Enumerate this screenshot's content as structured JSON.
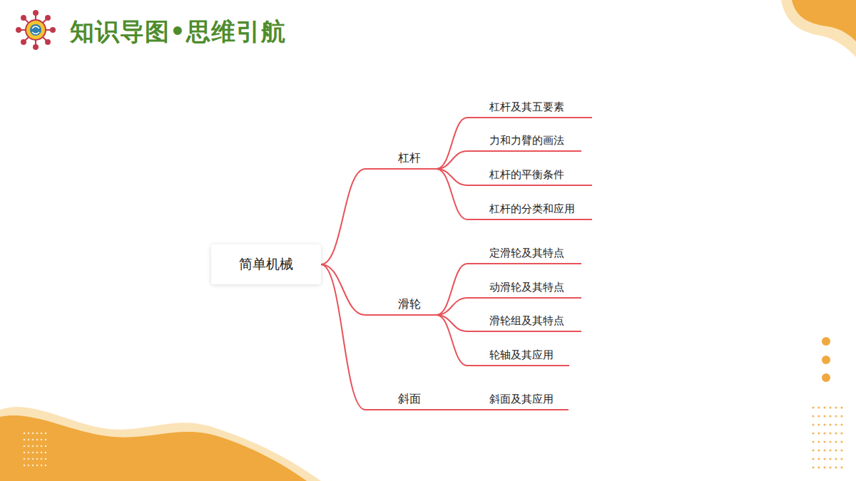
{
  "diagram": {
    "title": "知识导图•思维引航",
    "nodes": [
      {
        "text": [
          "简单机械"
        ]
      },
      {
        "text": [
          "杠杆"
        ]
      },
      {
        "text": [
          "杠杆及其五要素"
        ]
      },
      {
        "text": [
          "力和力臂的画法"
        ]
      },
      {
        "text": [
          "杠杆的平衡条件"
        ]
      },
      {
        "text": [
          "杠杆的分类和应用"
        ]
      },
      {
        "text": [
          "滑轮"
        ]
      },
      {
        "text": [
          "定滑轮及其特点"
        ]
      },
      {
        "text": [
          "动滑轮及其特点"
        ]
      },
      {
        "text": [
          "滑轮组及其特点"
        ]
      },
      {
        "text": [
          "轮轴及其应用"
        ]
      },
      {
        "text": [
          "斜面"
        ]
      },
      {
        "text": [
          "斜面及其应用"
        ]
      }
    ],
    "edges": [
      {
        "from": 0,
        "to": 1,
        "arrow": "none"
      },
      {
        "from": 1,
        "to": 2,
        "arrow": "none"
      },
      {
        "from": 1,
        "to": 3,
        "arrow": "none"
      },
      {
        "from": 1,
        "to": 4,
        "arrow": "none"
      },
      {
        "from": 1,
        "to": 5,
        "arrow": "none"
      },
      {
        "from": 0,
        "to": 6,
        "arrow": "none"
      },
      {
        "from": 6,
        "to": 7,
        "arrow": "none"
      },
      {
        "from": 6,
        "to": 8,
        "arrow": "none"
      },
      {
        "from": 6,
        "to": 9,
        "arrow": "none"
      },
      {
        "from": 6,
        "to": 10,
        "arrow": "none"
      },
      {
        "from": 0,
        "to": 11,
        "arrow": "none"
      },
      {
        "from": 11,
        "to": 12,
        "arrow": "none"
      }
    ]
  }
}
